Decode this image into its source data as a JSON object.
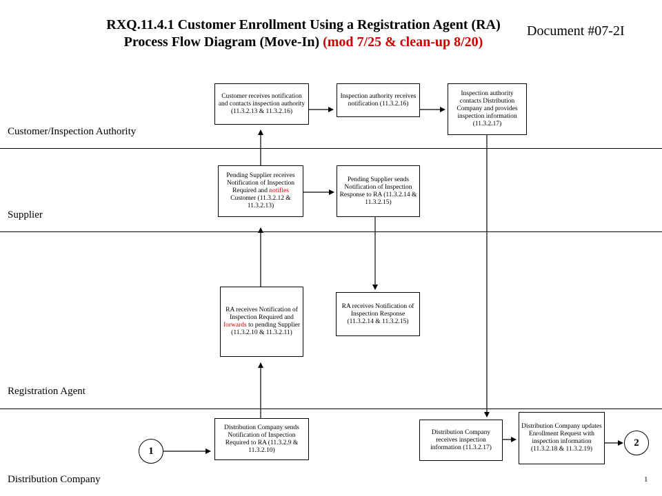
{
  "header": {
    "title_main": "RXQ.11.4.1 Customer Enrollment Using a Registration Agent (RA) Process Flow Diagram (Move-In)",
    "title_mod": "(mod 7/25 & clean-up 8/20)",
    "document_number": "Document #07-2I"
  },
  "lanes": {
    "customer": "Customer/Inspection Authority",
    "supplier": "Supplier",
    "ra": "Registration Agent",
    "distribution": "Distribution Company"
  },
  "boxes": {
    "customer_notification": "Customer receives notification and contacts inspection authority (11.3.2.13 & 11.3.2.16)",
    "inspection_receives": "Inspection authority receives notification (11.3.2.16)",
    "inspection_contacts": "Inspection authority contacts Distribution Company and provides inspection information (11.3.2.17)",
    "supplier_receives_a": "Pending Supplier receives Notification of Inspection Required and",
    "supplier_receives_red": "notifies",
    "supplier_receives_b": "Customer (11.3.2.12 & 11.3.2.13)",
    "supplier_sends": "Pending Supplier sends Notification of Inspection Response to RA (11.3.2.14 & 11.3.2.15)",
    "ra_receives_required_a": "RA receives Notification of Inspection Required and",
    "ra_receives_required_red": "forwards",
    "ra_receives_required_b": "to pending Supplier (11.3.2.10 & 11.3.2.11)",
    "ra_receives_response": "RA receives Notification of Inspection Response (11.3.2.14 & 11.3.2.15)",
    "dc_sends": "Distribution Company sends Notification of Inspection Required to RA (11.3.2.9 & 11.3.2.10)",
    "dc_receives": "Distribution Company receives inspection information (11.3.2.17)",
    "dc_updates": "Distribution Company updates Enrollment Request with inspection information (11.3.2.18 & 11.3.2.19)"
  },
  "connectors": {
    "start": "1",
    "end": "2"
  },
  "page_number": "1"
}
